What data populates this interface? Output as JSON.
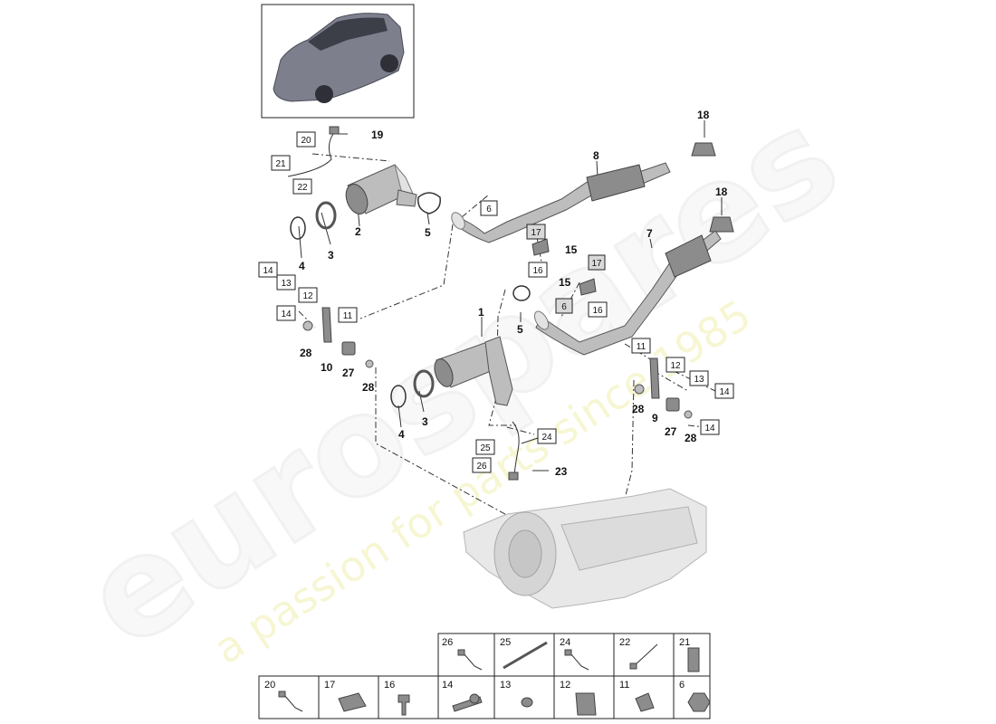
{
  "watermark": {
    "brand": "eurospares",
    "tagline": "a passion for parts since 1985"
  },
  "callouts": {
    "c19": "19",
    "c20": "20",
    "c21": "21",
    "c22": "22",
    "c8": "8",
    "c18a": "18",
    "c18b": "18",
    "c6a": "6",
    "c2": "2",
    "c3a": "3",
    "c4a": "4",
    "c5a": "5",
    "c17a": "17",
    "c15a": "15",
    "c16a": "16",
    "c7": "7",
    "c14a": "14",
    "c13a": "13",
    "c12a": "12",
    "c11a": "11",
    "c14b": "14",
    "c28a": "28",
    "c10": "10",
    "c27a": "27",
    "c28b": "28",
    "c17b": "17",
    "c15b": "15",
    "c6b": "6",
    "c16b": "16",
    "c5b": "5",
    "c1": "1",
    "c3b": "3",
    "c4b": "4",
    "c11b": "11",
    "c12b": "12",
    "c13b": "13",
    "c14c": "14",
    "c28c": "28",
    "c9": "9",
    "c27b": "27",
    "c28d": "28",
    "c14d": "14",
    "c24": "24",
    "c25": "25",
    "c26": "26",
    "c23": "23"
  },
  "legend": {
    "top_row": [
      "26",
      "25",
      "24",
      "22",
      "21"
    ],
    "bottom_row": [
      "20",
      "17",
      "16",
      "14",
      "13",
      "12",
      "11",
      "6"
    ]
  }
}
